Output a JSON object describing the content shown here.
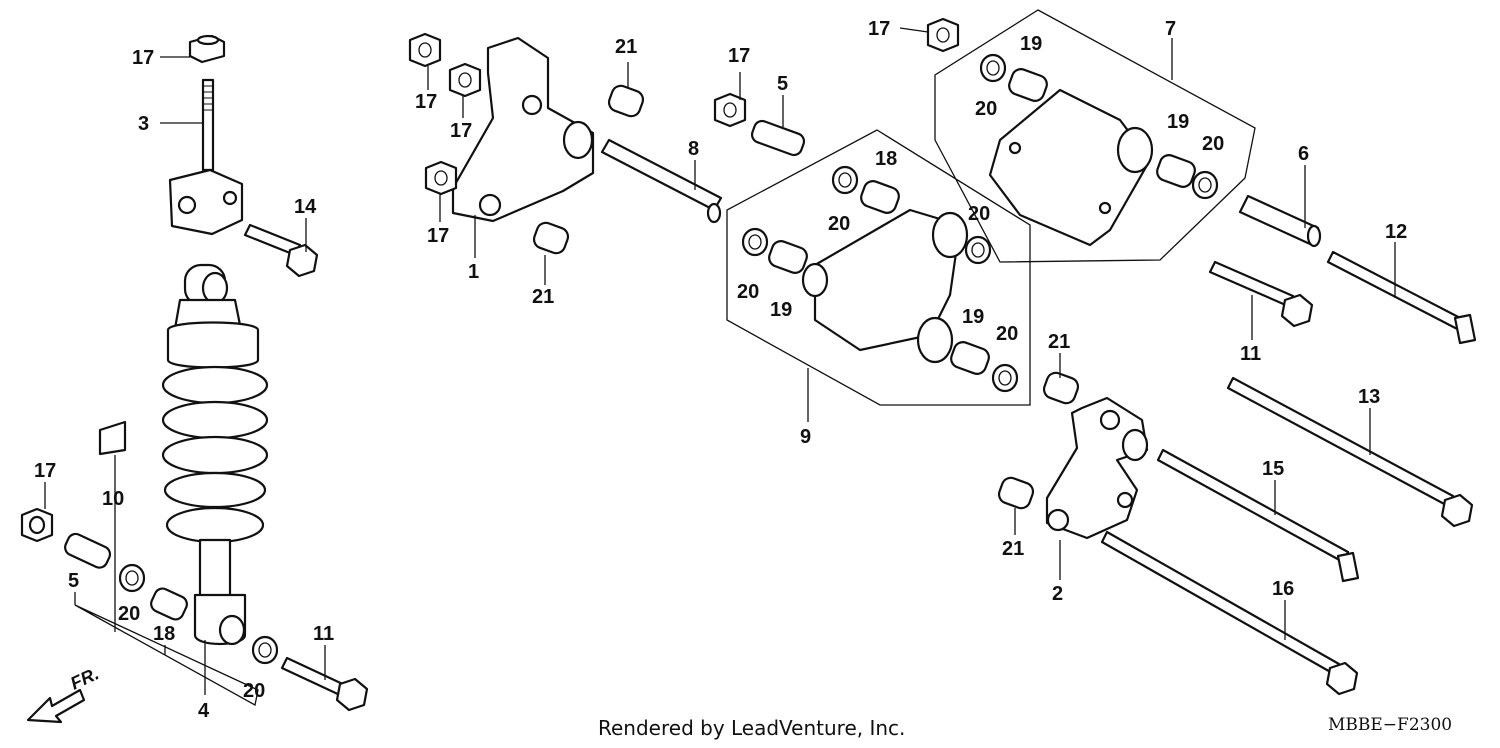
{
  "callouts": {
    "c17a": "17",
    "c3": "3",
    "c14": "14",
    "c17b": "17",
    "c17c": "17",
    "c17d": "17",
    "c1": "1",
    "c21a": "21",
    "c21b": "21",
    "c17e": "17",
    "c5a": "5",
    "c8": "8",
    "c17f": "17",
    "c19a": "19",
    "c20a": "20",
    "c7": "7",
    "c19b": "19",
    "c20b": "20",
    "c6": "6",
    "c12": "12",
    "c18a": "18",
    "c20c": "20",
    "c20d": "20",
    "c20e": "20",
    "c19c": "19",
    "c19d": "19",
    "c20f": "20",
    "c11a": "11",
    "c21c": "21",
    "c9": "9",
    "c13": "13",
    "c15": "15",
    "c17g": "17",
    "c10": "10",
    "c5b": "5",
    "c20g": "20",
    "c18b": "18",
    "c4": "4",
    "c20h": "20",
    "c11b": "11",
    "c21d": "21",
    "c2": "2",
    "c16": "16"
  },
  "front_indicator": "FR.",
  "credit": "Rendered by LeadVenture, Inc.",
  "diagram_code": "MBBE−F2300"
}
